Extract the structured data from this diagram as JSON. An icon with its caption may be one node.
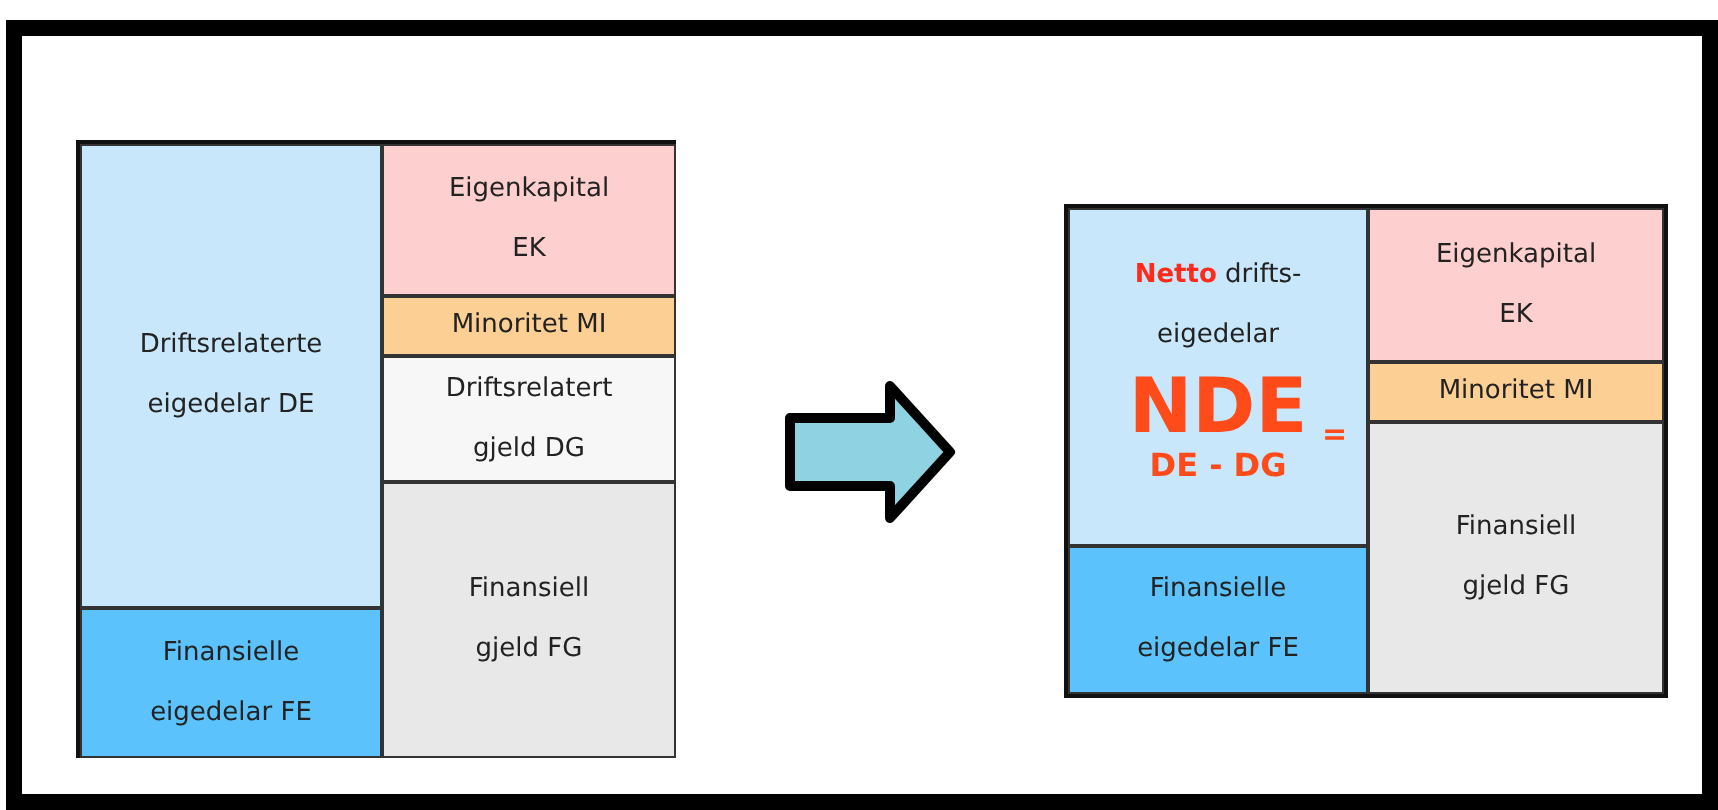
{
  "diagram": {
    "nodes": [
      {
        "text": [],
        "shape": "box"
      },
      {
        "text": [
          "Driftsrelaterte eigedelar DE"
        ],
        "in": 0
      },
      {
        "text": [
          "Finansielle eigedelar FE"
        ],
        "in": 0
      },
      {
        "text": [
          "Eigenkapital EK"
        ],
        "in": 0
      },
      {
        "text": [
          "Minoritet MI"
        ],
        "in": 0
      },
      {
        "text": [
          "Driftsrelatert gjeld DG"
        ],
        "in": 0
      },
      {
        "text": [
          "Finansiell gjeld FG"
        ],
        "in": 0
      },
      {
        "text": [],
        "shape": "box"
      },
      {
        "text": [
          "**Netto** drifts- eigedelar",
          "NDE",
          "=",
          "DE - DG"
        ],
        "in": 7
      },
      {
        "text": [
          "Finansielle eigedelar FE"
        ],
        "in": 7
      },
      {
        "text": [
          "Eigenkapital EK"
        ],
        "in": 7
      },
      {
        "text": [
          "Minoritet MI"
        ],
        "in": 7
      },
      {
        "text": [
          "Finansiell gjeld FG"
        ],
        "in": 7
      }
    ],
    "edges": [
      {
        "from": 0,
        "to": 7,
        "arrow": "to"
      }
    ]
  }
}
